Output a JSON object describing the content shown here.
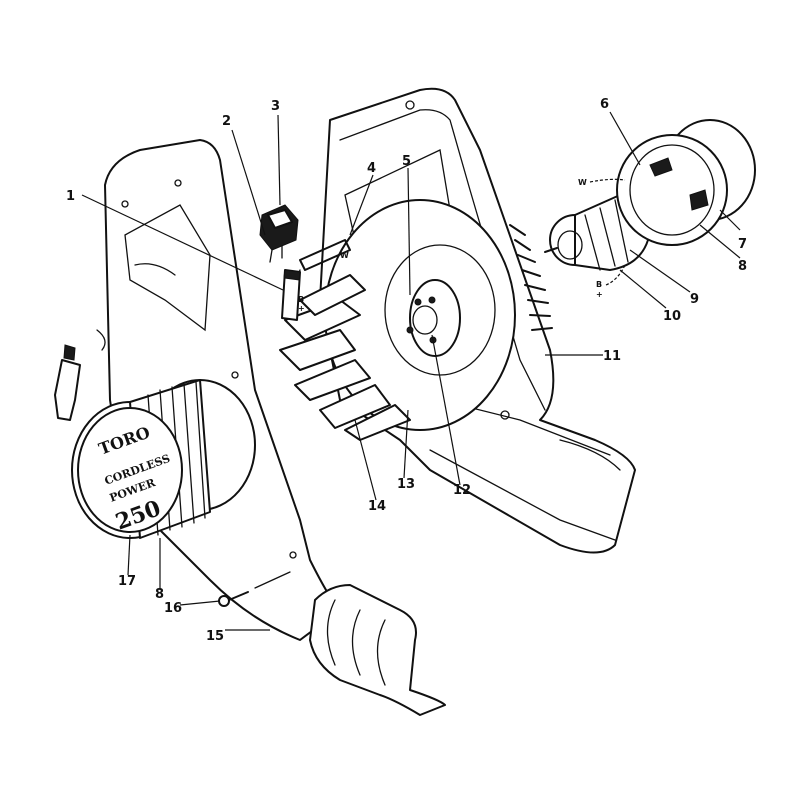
{
  "callouts": [
    "1",
    "2",
    "3",
    "4",
    "5",
    "6",
    "7",
    "8",
    "9",
    "10",
    "11",
    "12",
    "13",
    "14",
    "15",
    "16",
    "17",
    "8"
  ],
  "wire_marks": {
    "b_left": "B",
    "plus_left": "+",
    "w_left": "W",
    "w_right": "W",
    "b_right": "B",
    "plus_right": "+"
  },
  "logo": {
    "brand": "TORO",
    "line1": "CORDLESS",
    "line2": "POWER",
    "model": "250"
  }
}
